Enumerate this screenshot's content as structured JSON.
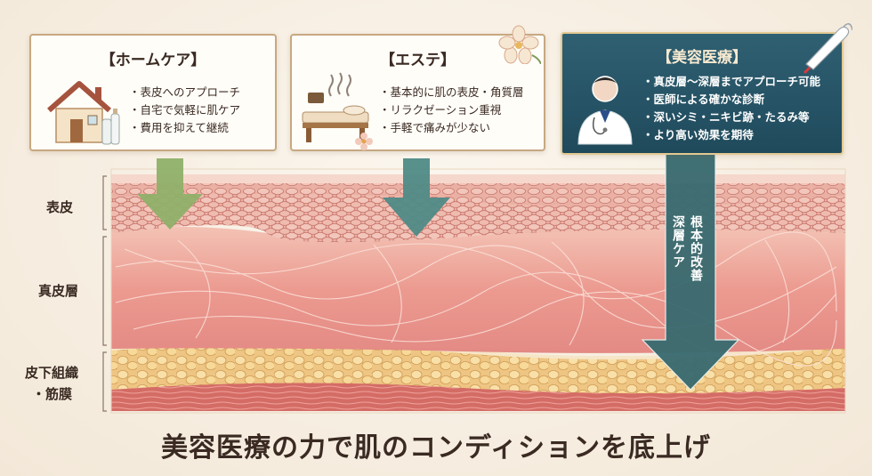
{
  "cards": {
    "home": {
      "title": "【ホームケア】",
      "bullets": [
        "表皮へのアプローチ",
        "自宅で気軽に肌ケア",
        "費用を抑えて継続"
      ]
    },
    "esthe": {
      "title": "【エステ】",
      "bullets": [
        "基本的に肌の表皮・角質層",
        "リラクゼーション重視",
        "手軽で痛みが少ない"
      ]
    },
    "medical": {
      "title": "【美容医療】",
      "bullets": [
        "真皮層～深層までアプローチ可能",
        "医師による確かな診断",
        "深いシミ・ニキビ跡・たるみ等",
        "より高い効果を期待"
      ]
    }
  },
  "layers": {
    "epidermis": "表皮",
    "dermis": "真皮層",
    "subcutis_line1": "皮下組織",
    "subcutis_line2": "・筋膜"
  },
  "arrows": {
    "medical_col1": "根本的改善",
    "medical_col2": "深層ケア"
  },
  "footer": {
    "title": "美容医療の力で肌のコンディションを底上げ"
  },
  "colors": {
    "home_arrow": "#8fb069",
    "esthe_arrow": "#4f8a86",
    "medical_arrow": "#3a6b70",
    "medical_card": "#2a5a6c",
    "epidermis": "#e9a59a",
    "dermis": "#ec9a90",
    "fat": "#f1cf8e",
    "muscle": "#d9746d"
  }
}
